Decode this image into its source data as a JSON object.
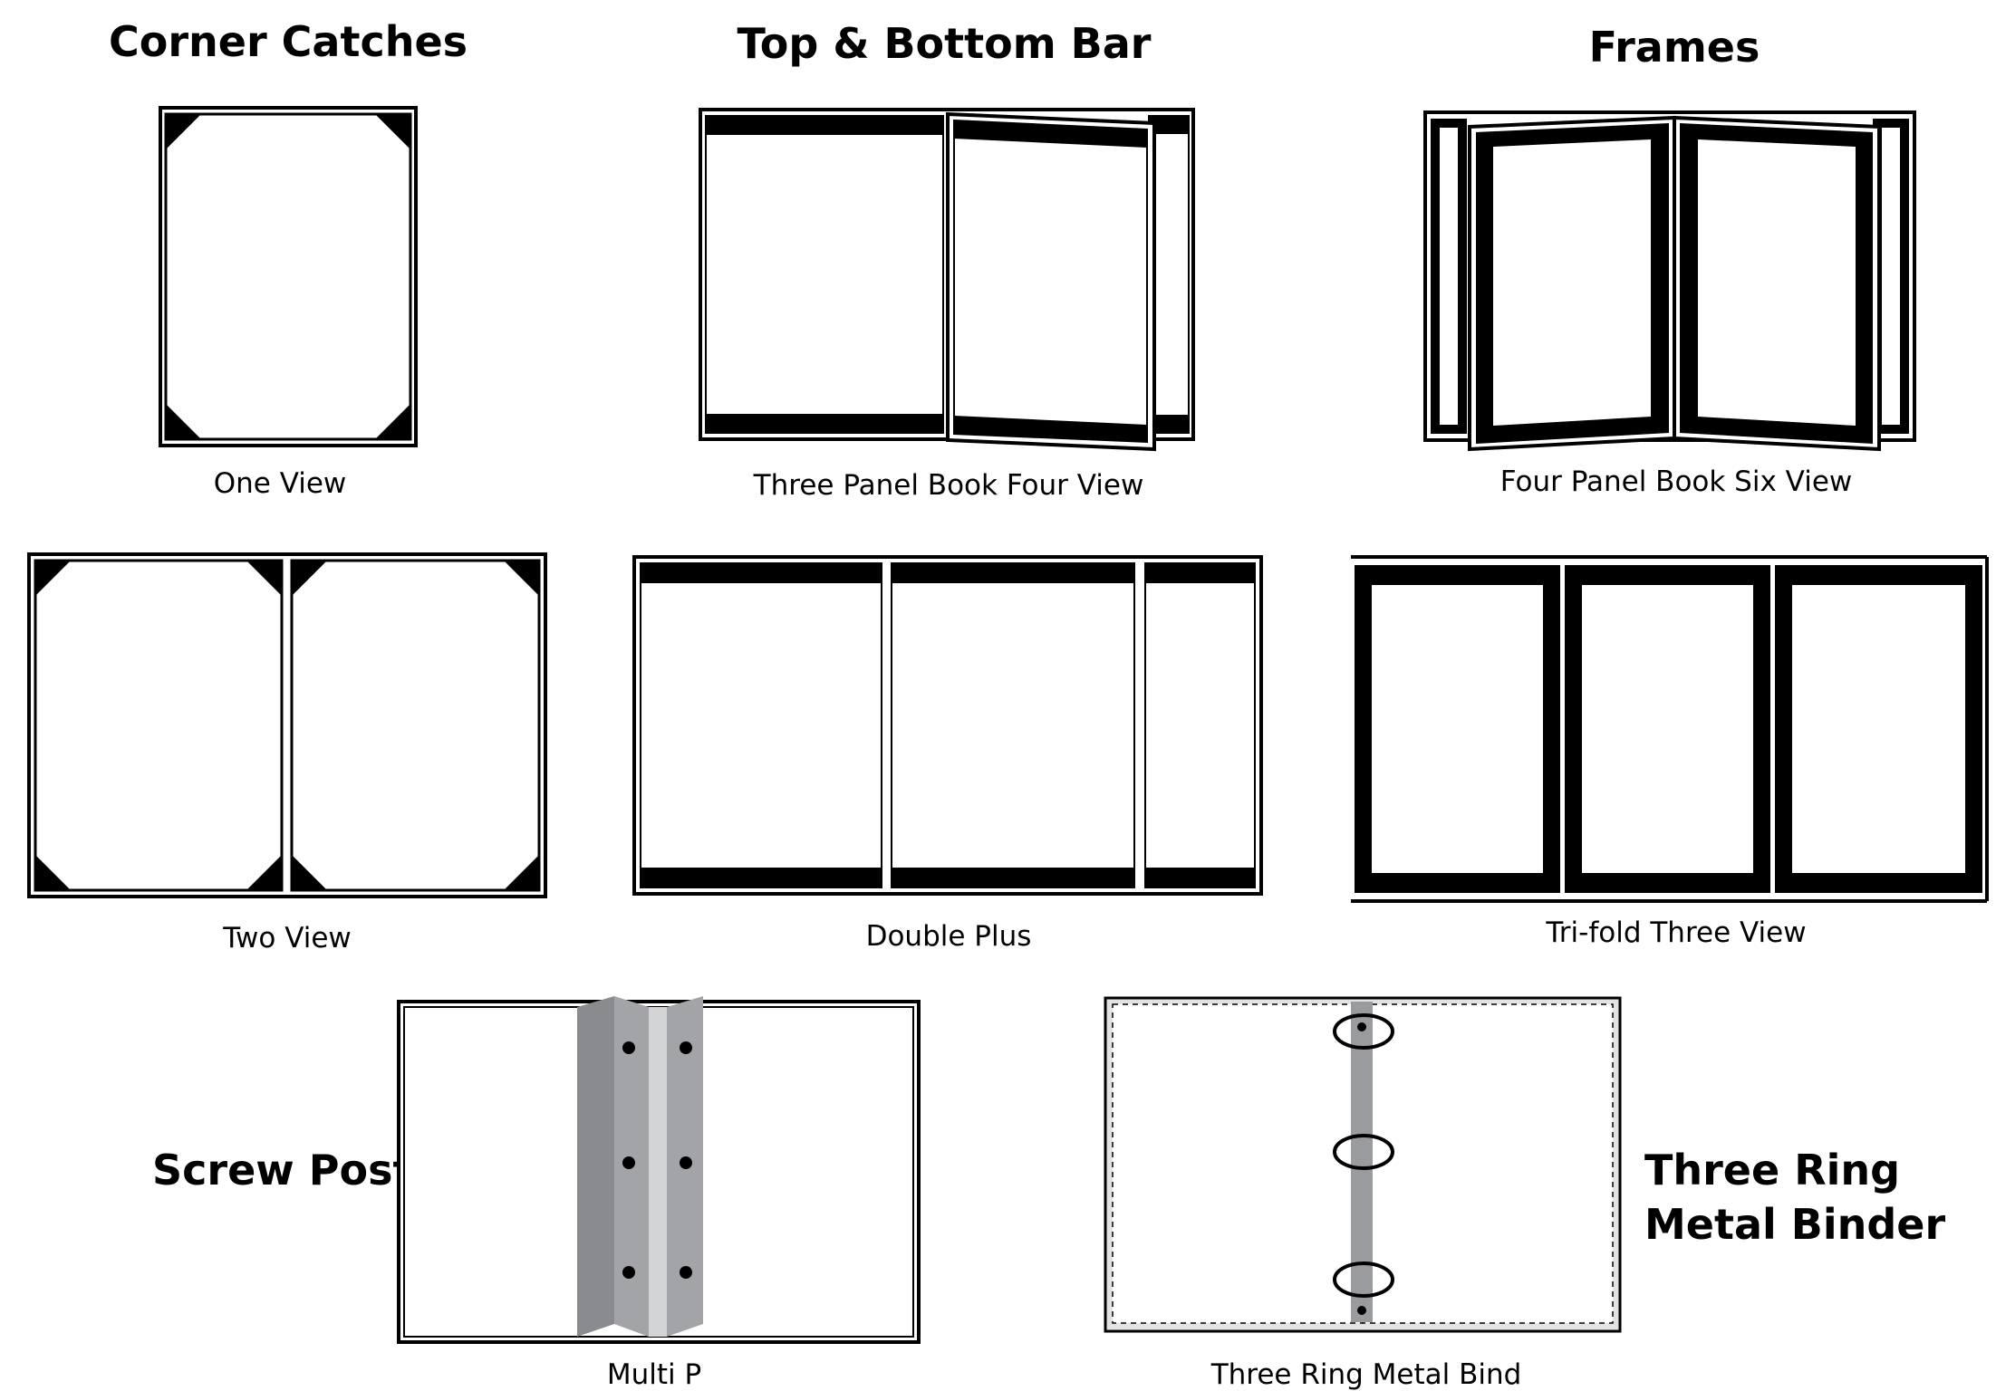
{
  "headings": {
    "corner_catches": "Corner Catches",
    "top_bottom_bar": "Top & Bottom Bar",
    "frames": "Frames",
    "screw_post": "Screw Post",
    "three_ring_line1": "Three Ring",
    "three_ring_line2": "Metal Binder"
  },
  "captions": {
    "one_view": "One View",
    "three_panel": "Three Panel Book Four View",
    "four_panel": "Four Panel Book Six View",
    "two_view": "Two View",
    "double_plus": "Double Plus",
    "trifold": "Tri-fold Three View",
    "multi": "Multi P",
    "three_ring": "Three Ring Metal Bind"
  },
  "colors": {
    "ink": "#000000",
    "metal_dark": "#8a8b8e",
    "metal_mid": "#a3a4a7",
    "metal_light": "#d3d4d6",
    "spine_gray": "#9a9b9e",
    "backing_gray": "#e3e3e3"
  }
}
